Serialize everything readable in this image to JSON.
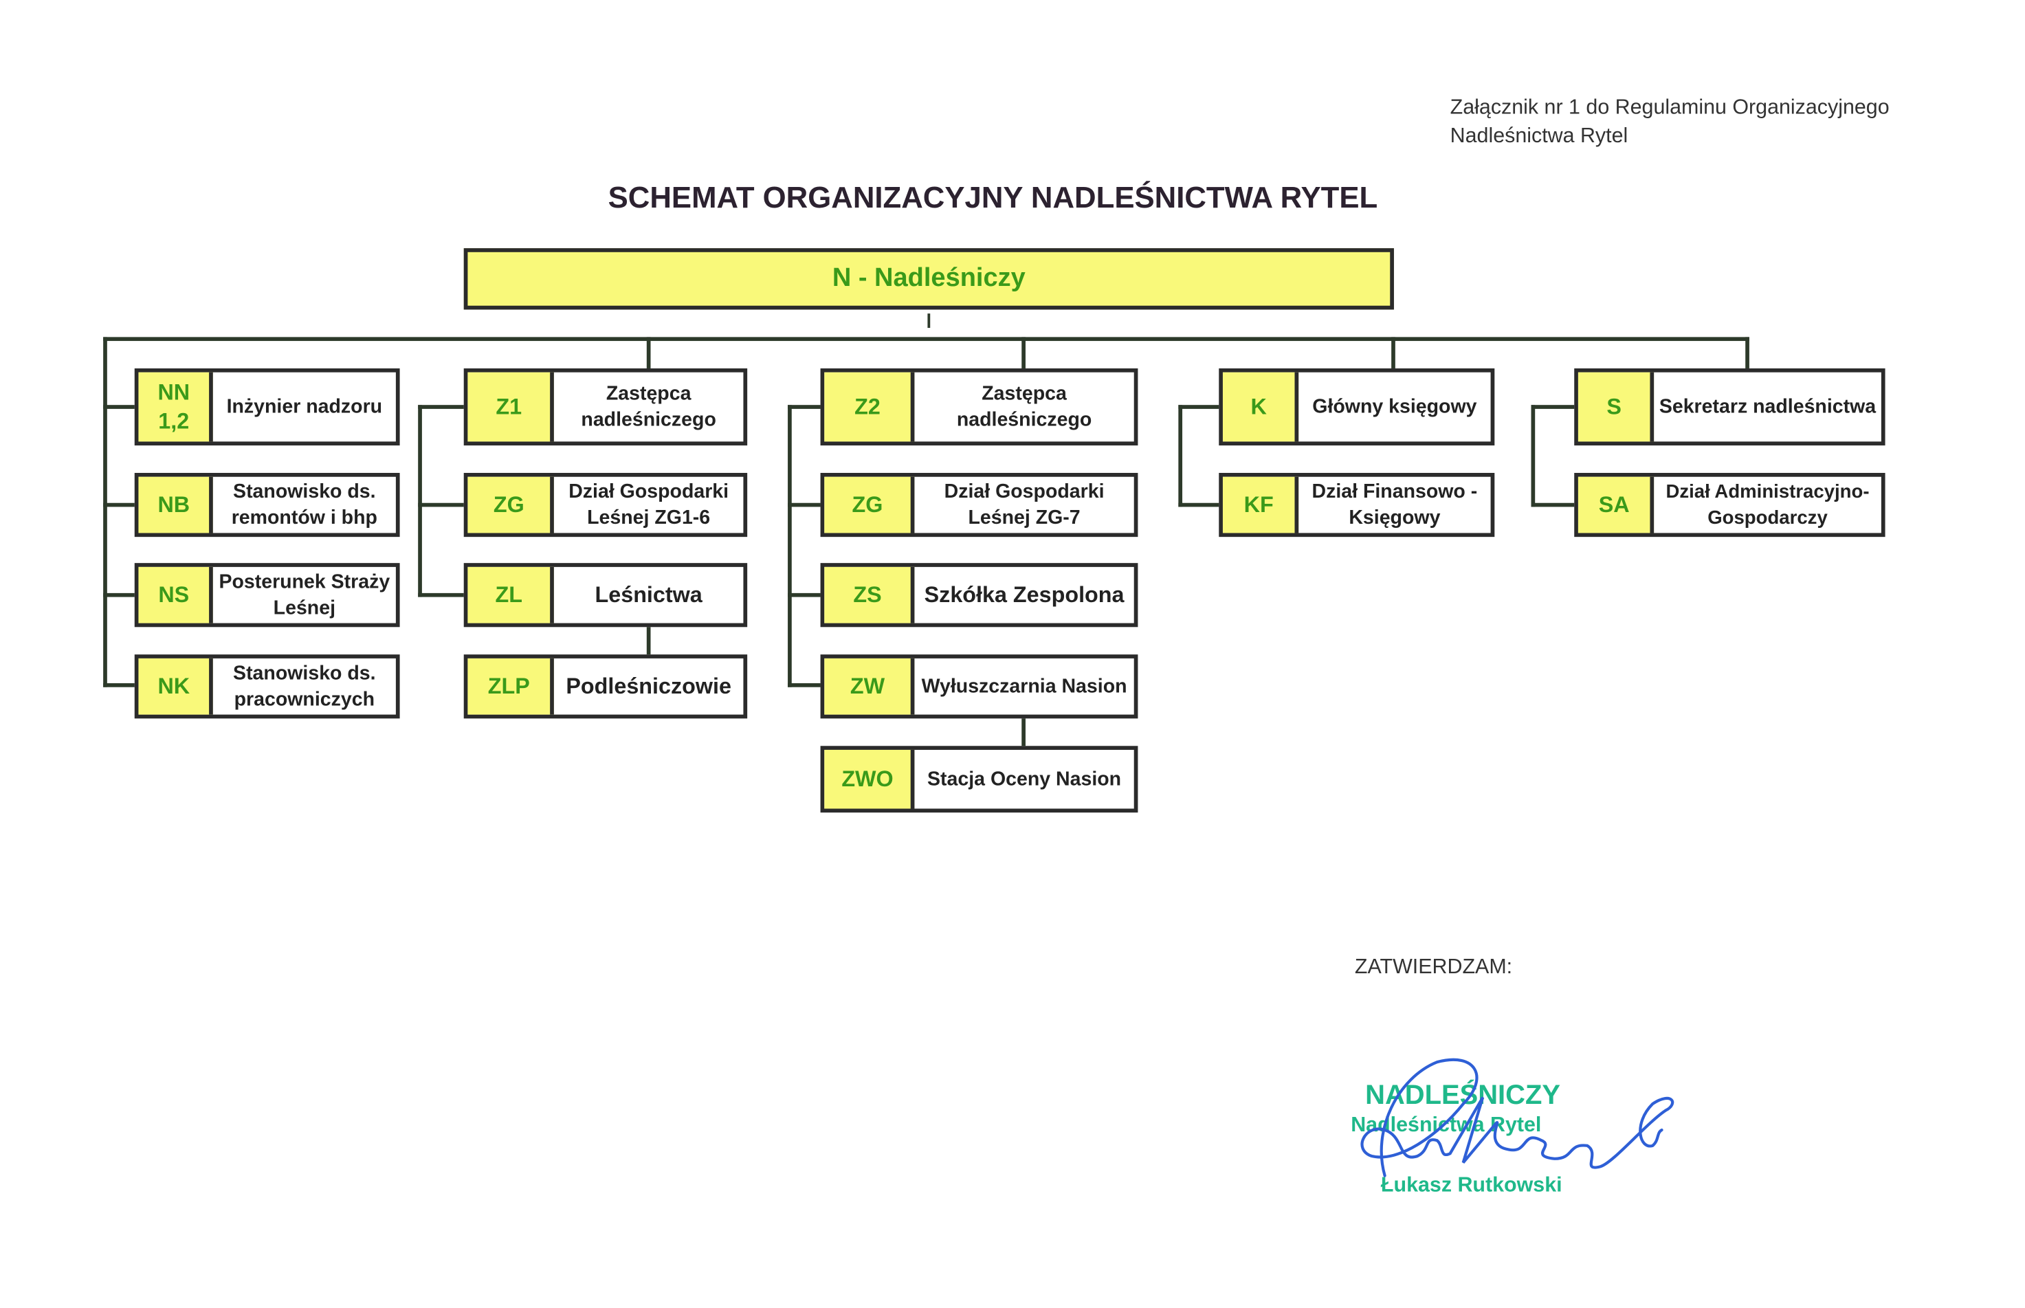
{
  "attachment": {
    "line1": "Załącznik nr 1 do Regulaminu Organizacyjnego",
    "line2": "Nadleśnictwa Rytel"
  },
  "title": "SCHEMAT ORGANIZACYJNY NADLEŚNICTWA RYTEL",
  "head": "N - Nadleśniczy",
  "columns": [
    [
      {
        "code": "NN\n1,2",
        "label": "Inżynier nadzoru"
      },
      {
        "code": "NB",
        "label": "Stanowisko ds. remontów i bhp"
      },
      {
        "code": "NS",
        "label": "Posterunek Straży Leśnej"
      },
      {
        "code": "NK",
        "label": "Stanowisko ds. pracowniczych"
      }
    ],
    [
      {
        "code": "Z1",
        "label": "Zastępca nadleśniczego"
      },
      {
        "code": "ZG",
        "label": "Dział Gospodarki Leśnej ZG1-6"
      },
      {
        "code": "ZL",
        "label": "Leśnictwa"
      },
      {
        "code": "ZLP",
        "label": "Podleśniczowie"
      }
    ],
    [
      {
        "code": "Z2",
        "label": "Zastępca nadleśniczego"
      },
      {
        "code": "ZG",
        "label": "Dział Gospodarki Leśnej ZG-7"
      },
      {
        "code": "ZS",
        "label": "Szkółka Zespolona"
      },
      {
        "code": "ZW",
        "label": "Wyłuszczarnia Nasion"
      },
      {
        "code": "ZWO",
        "label": "Stacja Oceny Nasion"
      }
    ],
    [
      {
        "code": "K",
        "label": "Główny księgowy"
      },
      {
        "code": "KF",
        "label": "Dział Finansowo - Księgowy"
      }
    ],
    [
      {
        "code": "S",
        "label": "Sekretarz nadleśnictwa"
      },
      {
        "code": "SA",
        "label": "Dział Administracyjno-Gospodarczy"
      }
    ]
  ],
  "approval": "ZATWIERDZAM:",
  "stamp": {
    "title": "NADLEŚNICZY",
    "org": "Nadleśnictwa Rytel",
    "name": "Łukasz Rutkowski"
  },
  "colors": {
    "box_fill": "#f9f97a",
    "code_text": "#3a9a1a",
    "stamp": "#1fb88a",
    "signature": "#2e5fd6"
  }
}
